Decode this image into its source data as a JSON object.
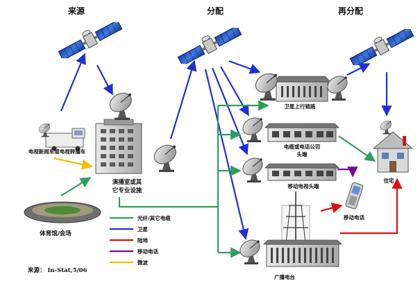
{
  "headers": {
    "source": "来源",
    "distribution": "分配",
    "redistribution": "再分配"
  },
  "nodes": {
    "news_van": "电视新闻车或电视转播车",
    "studio_line1": "演播室或其",
    "studio_line2": "它专业设施",
    "stadium": "体育馆/会场",
    "satellite_uplink": "卫星上行链路",
    "cable_line1": "电缆或电话公司",
    "cable_line2": "头端",
    "mobile_headend": "移动电视头端",
    "mobile_phone": "移动电话",
    "home": "住宅",
    "broadcast_station": "广播电台"
  },
  "legend": [
    {
      "label": "光纤/其它电缆",
      "color": "#2e9e5b"
    },
    {
      "label": "卫星",
      "color": "#1f2fd6"
    },
    {
      "label": "陆地",
      "color": "#e01010"
    },
    {
      "label": "移动电话",
      "color": "#7a0a8f"
    },
    {
      "label": "微波",
      "color": "#f0c000"
    }
  ],
  "source_note": "来源： In-Stat,5/06"
}
